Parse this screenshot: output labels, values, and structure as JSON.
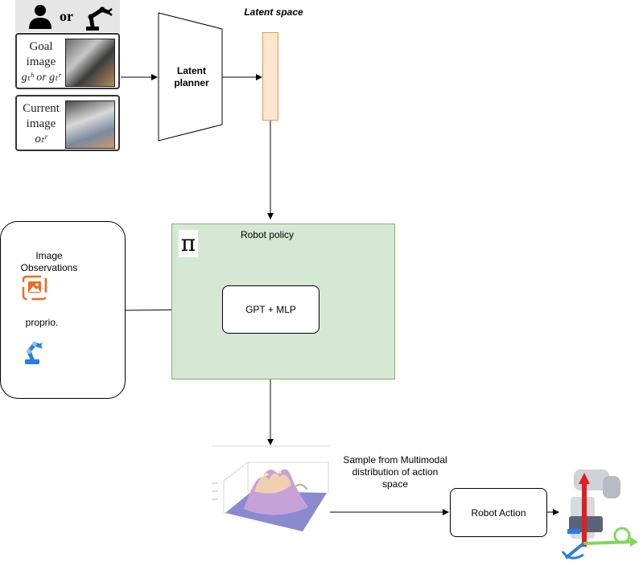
{
  "header": {
    "or_text": "or",
    "latent_space_title": "Latent space"
  },
  "goal_card": {
    "line1": "Goal",
    "line2": "image",
    "line3": "gₜʰ or gₜʳ"
  },
  "current_card": {
    "line1": "Current",
    "line2": "image",
    "line3": "oₜʳ"
  },
  "planner": {
    "label": "Latent planner"
  },
  "policy": {
    "title": "Robot policy",
    "symbol": "π",
    "model_label": "GPT + MLP"
  },
  "observations": {
    "image_label": "Image Observations",
    "proprio_label": "proprio."
  },
  "sampling": {
    "label": "Sample from Multimodal distribution of action space"
  },
  "action": {
    "label": "Robot Action"
  },
  "colors": {
    "latent_fill": "#fde5cf",
    "latent_stroke": "#d6a23a",
    "policy_fill": "#d5e8d4",
    "policy_stroke": "#82b366",
    "image_icon": "#f26b1d",
    "proprio_icon": "#2a7de1"
  },
  "icons": [
    "person-icon",
    "robot-arm-icon",
    "image-icon",
    "robot-arm-blue-icon",
    "distribution-surface",
    "robot-coordinate-icon"
  ]
}
